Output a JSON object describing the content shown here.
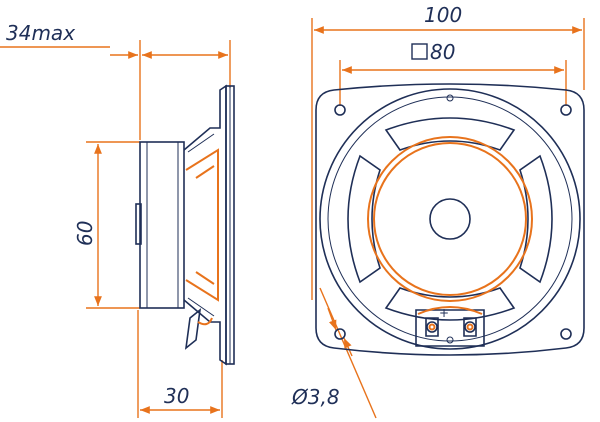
{
  "colors": {
    "outline": "#1f2f57",
    "dimension": "#e8731c",
    "background": "#ffffff"
  },
  "side_view": {
    "depth_max_label": "34max",
    "height_label": "60",
    "magnet_depth_label": "30"
  },
  "front_view": {
    "overall_width_label": "100",
    "square_symbol": "□",
    "hole_spacing_label": "80",
    "hole_diameter_label": "Ø3,8",
    "polarity_label": "+"
  }
}
